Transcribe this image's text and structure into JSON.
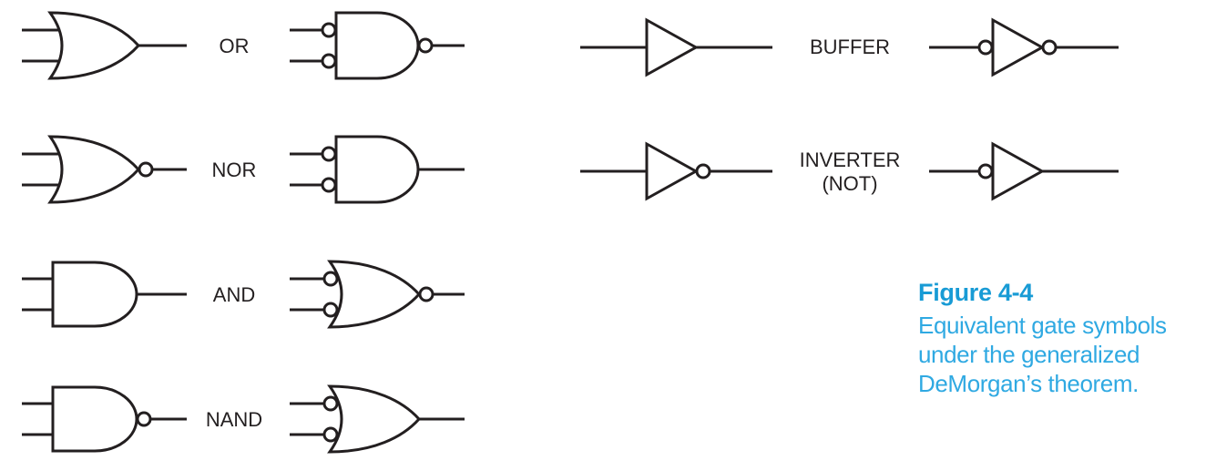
{
  "figure": {
    "rows_left": [
      {
        "label": "OR",
        "standard": {
          "shape": "or",
          "input_bubbles": false,
          "output_bubble": false
        },
        "equivalent": {
          "shape": "and",
          "input_bubbles": true,
          "output_bubble": true
        }
      },
      {
        "label": "NOR",
        "standard": {
          "shape": "or",
          "input_bubbles": false,
          "output_bubble": true
        },
        "equivalent": {
          "shape": "and",
          "input_bubbles": true,
          "output_bubble": false
        }
      },
      {
        "label": "AND",
        "standard": {
          "shape": "and",
          "input_bubbles": false,
          "output_bubble": false
        },
        "equivalent": {
          "shape": "or",
          "input_bubbles": true,
          "output_bubble": true
        }
      },
      {
        "label": "NAND",
        "standard": {
          "shape": "and",
          "input_bubbles": false,
          "output_bubble": true
        },
        "equivalent": {
          "shape": "or",
          "input_bubbles": true,
          "output_bubble": false
        }
      }
    ],
    "rows_right": [
      {
        "label": "BUFFER",
        "label_line2": "",
        "standard": {
          "shape": "buffer",
          "input_bubble": false,
          "output_bubble": false
        },
        "equivalent": {
          "shape": "buffer",
          "input_bubble": true,
          "output_bubble": true
        }
      },
      {
        "label": "INVERTER",
        "label_line2": "(NOT)",
        "standard": {
          "shape": "buffer",
          "input_bubble": false,
          "output_bubble": true
        },
        "equivalent": {
          "shape": "buffer",
          "input_bubble": true,
          "output_bubble": false
        }
      }
    ],
    "caption": {
      "title": "Figure 4-4",
      "lines": [
        "Equivalent gate symbols",
        "under the generalized",
        "DeMorgan’s theorem."
      ]
    },
    "colors": {
      "line": "#231f20",
      "caption_title": "#189bd5",
      "caption_body": "#2fa9e2",
      "background": "#ffffff"
    }
  }
}
